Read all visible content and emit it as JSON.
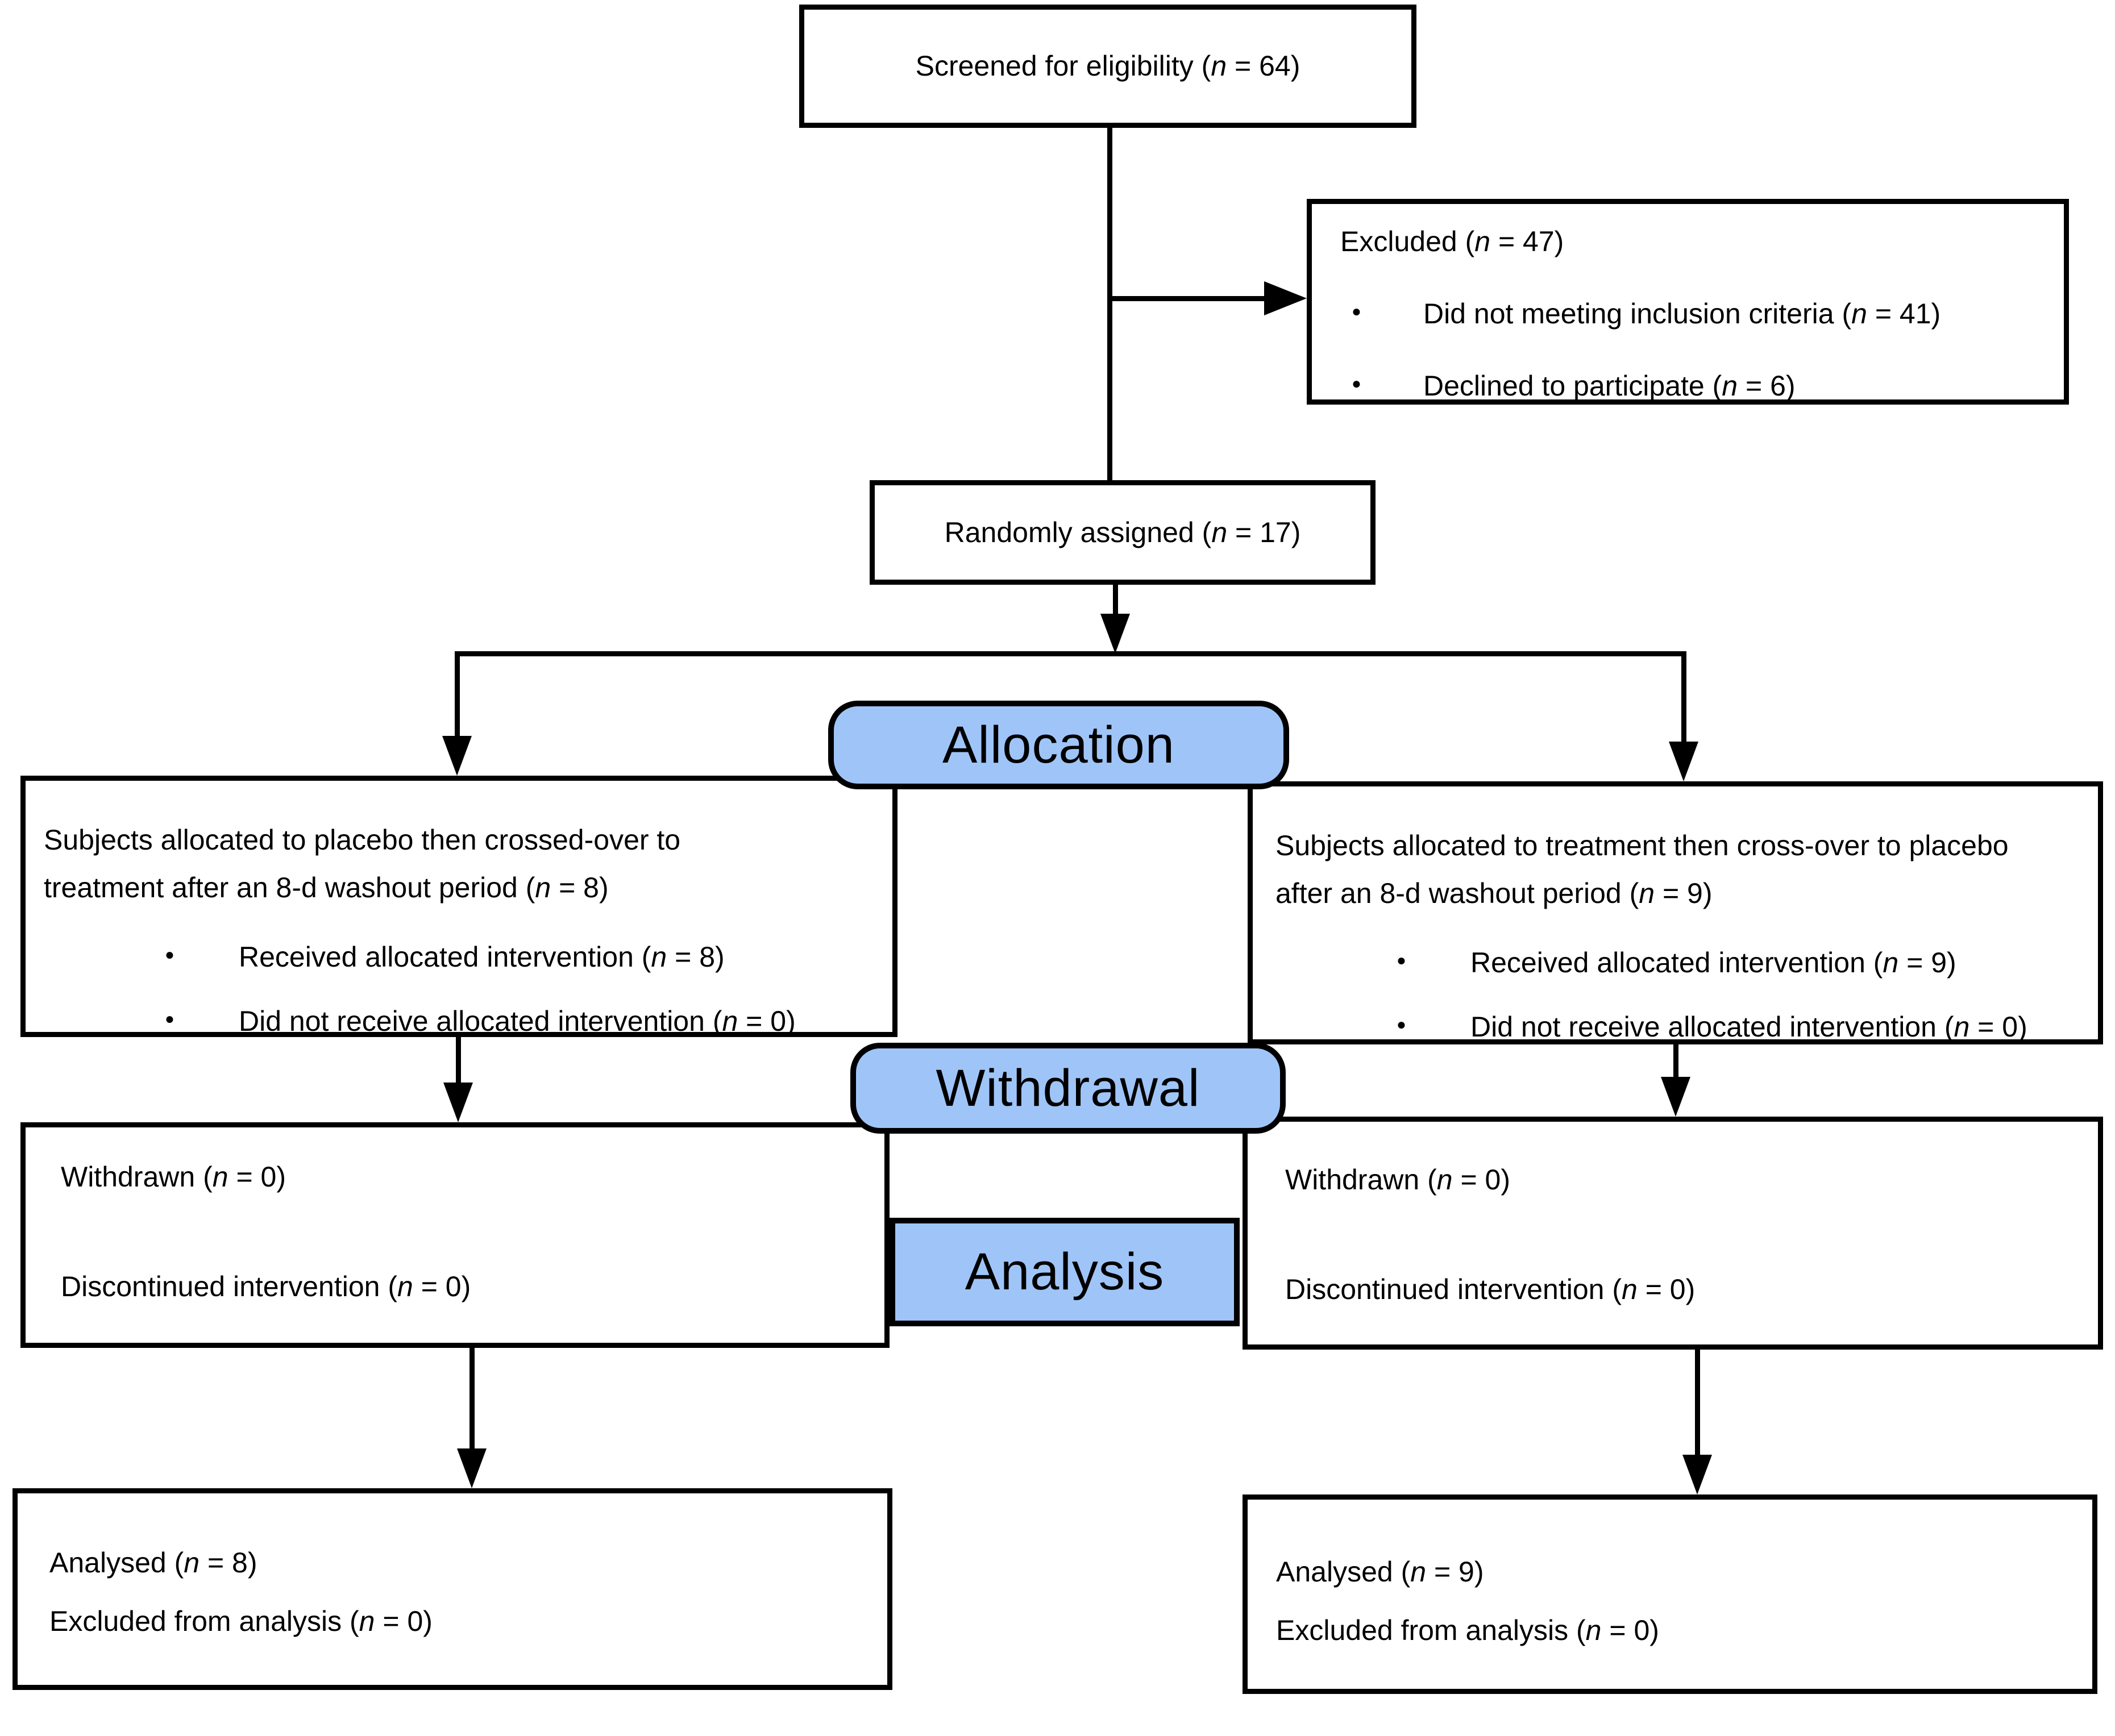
{
  "colors": {
    "banner_fill": "#9fc5f8",
    "border": "#000000",
    "background": "#ffffff"
  },
  "banners": {
    "allocation": "Allocation",
    "withdrawal": "Withdrawal",
    "analysis": "Analysis"
  },
  "boxes": {
    "screened": {
      "pre": "Screened for eligibility (",
      "var": "n",
      "post": " = 64)"
    },
    "excluded": {
      "title": {
        "pre": "Excluded (",
        "var": "n",
        "post": " = 47)"
      },
      "bullets": [
        {
          "pre": "Did not meeting inclusion criteria (",
          "var": "n",
          "post": " = 41)"
        },
        {
          "pre": "Declined to participate (",
          "var": "n",
          "post": " = 6)"
        }
      ]
    },
    "randomized": {
      "pre": "Randomly assigned (",
      "var": "n",
      "post": " = 17)"
    },
    "alloc_left": {
      "title": {
        "pre": "Subjects allocated to placebo then crossed-over to treatment after an 8-d washout period (",
        "var": "n",
        "post": " = 8)"
      },
      "bullets": [
        {
          "pre": "Received allocated intervention (",
          "var": "n",
          "post": " = 8)"
        },
        {
          "pre": "Did not receive allocated intervention (",
          "var": "n",
          "post": " = 0)"
        }
      ]
    },
    "alloc_right": {
      "title": {
        "pre": "Subjects allocated to treatment then cross-over to placebo after an 8-d washout period (",
        "var": "n",
        "post": " = 9)"
      },
      "bullets": [
        {
          "pre": "Received allocated intervention (",
          "var": "n",
          "post": " = 9)"
        },
        {
          "pre": "Did not receive allocated intervention (",
          "var": "n",
          "post": " = 0)"
        }
      ]
    },
    "withdraw_left": {
      "lines": [
        {
          "pre": "Withdrawn (",
          "var": "n",
          "post": " = 0)"
        },
        {
          "pre": "Discontinued intervention (",
          "var": "n",
          "post": " = 0)"
        }
      ]
    },
    "withdraw_right": {
      "lines": [
        {
          "pre": "Withdrawn (",
          "var": "n",
          "post": " = 0)"
        },
        {
          "pre": "Discontinued intervention (",
          "var": "n",
          "post": " = 0)"
        }
      ]
    },
    "analysed_left": {
      "lines": [
        {
          "pre": "Analysed (",
          "var": "n",
          "post": " = 8)"
        },
        {
          "pre": "Excluded from analysis (",
          "var": "n",
          "post": " = 0)"
        }
      ]
    },
    "analysed_right": {
      "lines": [
        {
          "pre": "Analysed (",
          "var": "n",
          "post": " = 9)"
        },
        {
          "pre": "Excluded from analysis (",
          "var": "n",
          "post": " = 0)"
        }
      ]
    }
  }
}
